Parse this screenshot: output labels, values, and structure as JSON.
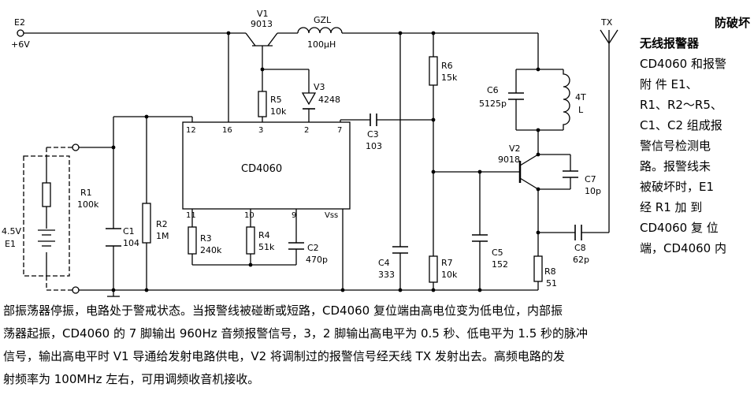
{
  "terminals": {
    "e2": "E2",
    "supply": "+6V",
    "tx": "TX"
  },
  "ic": {
    "name": "CD4060",
    "pins": {
      "p12": "12",
      "p16": "16",
      "p3": "3",
      "p2": "2",
      "p7": "7",
      "p11": "11",
      "p10": "10",
      "p9": "9",
      "vss": "Vss"
    }
  },
  "components": {
    "v1": {
      "ref": "V1",
      "part": "9013"
    },
    "gzl": {
      "ref": "GZL",
      "value": "100μH"
    },
    "v3": {
      "ref": "V3",
      "part": "4248"
    },
    "r5": {
      "ref": "R5",
      "value": "10k"
    },
    "c3": {
      "ref": "C3",
      "value": "103"
    },
    "r6": {
      "ref": "R6",
      "value": "15k"
    },
    "c6": {
      "ref": "C6",
      "value": "5125p"
    },
    "l": {
      "ref": "4T",
      "value": "L"
    },
    "v2": {
      "ref": "V2",
      "part": "9018"
    },
    "c7": {
      "ref": "C7",
      "value": "10p"
    },
    "r1": {
      "ref": "R1",
      "value": "100k"
    },
    "r2": {
      "ref": "R2",
      "value": "1M"
    },
    "c1": {
      "ref": "C1",
      "value": "104"
    },
    "r3": {
      "ref": "R3",
      "value": "240k"
    },
    "r4": {
      "ref": "R4",
      "value": "51k"
    },
    "c2": {
      "ref": "C2",
      "value": "470p"
    },
    "c4": {
      "ref": "C4",
      "value": "333"
    },
    "r7": {
      "ref": "R7",
      "value": "10k"
    },
    "c5": {
      "ref": "C5",
      "value": "152"
    },
    "c8": {
      "ref": "C8",
      "value": "62p"
    },
    "r8": {
      "ref": "R8",
      "value": "51"
    },
    "battery": {
      "ref": "E1",
      "value": "4.5V"
    }
  },
  "side_text": [
    "防破坏",
    "无线报警器",
    "CD4060 和报警",
    "附 件 E1、",
    "R1、R2～R5、",
    "C1、C2 组成报",
    "警信号检测电",
    "路。报警线未",
    "被破坏时，E1",
    "经 R1 加 到",
    "CD4060 复 位",
    "端，CD4060 内"
  ],
  "bottom_text": [
    "部振荡器停振，电路处于警戒状态。当报警线被碰断或短路，CD4060 复位端由高电位变为低电位，内部振",
    "荡器起振，CD4060 的 7 脚输出 960Hz 音频报警信号，3，2 脚输出高电平为 0.5 秒、低电平为 1.5 秒的脉冲",
    "信号，输出高电平时 V1 导通给发射电路供电，V2 将调制过的报警信号经天线 TX 发射出去。高频电路的发",
    "射频率为 100MHz 左右，可用调频收音机接收。"
  ]
}
